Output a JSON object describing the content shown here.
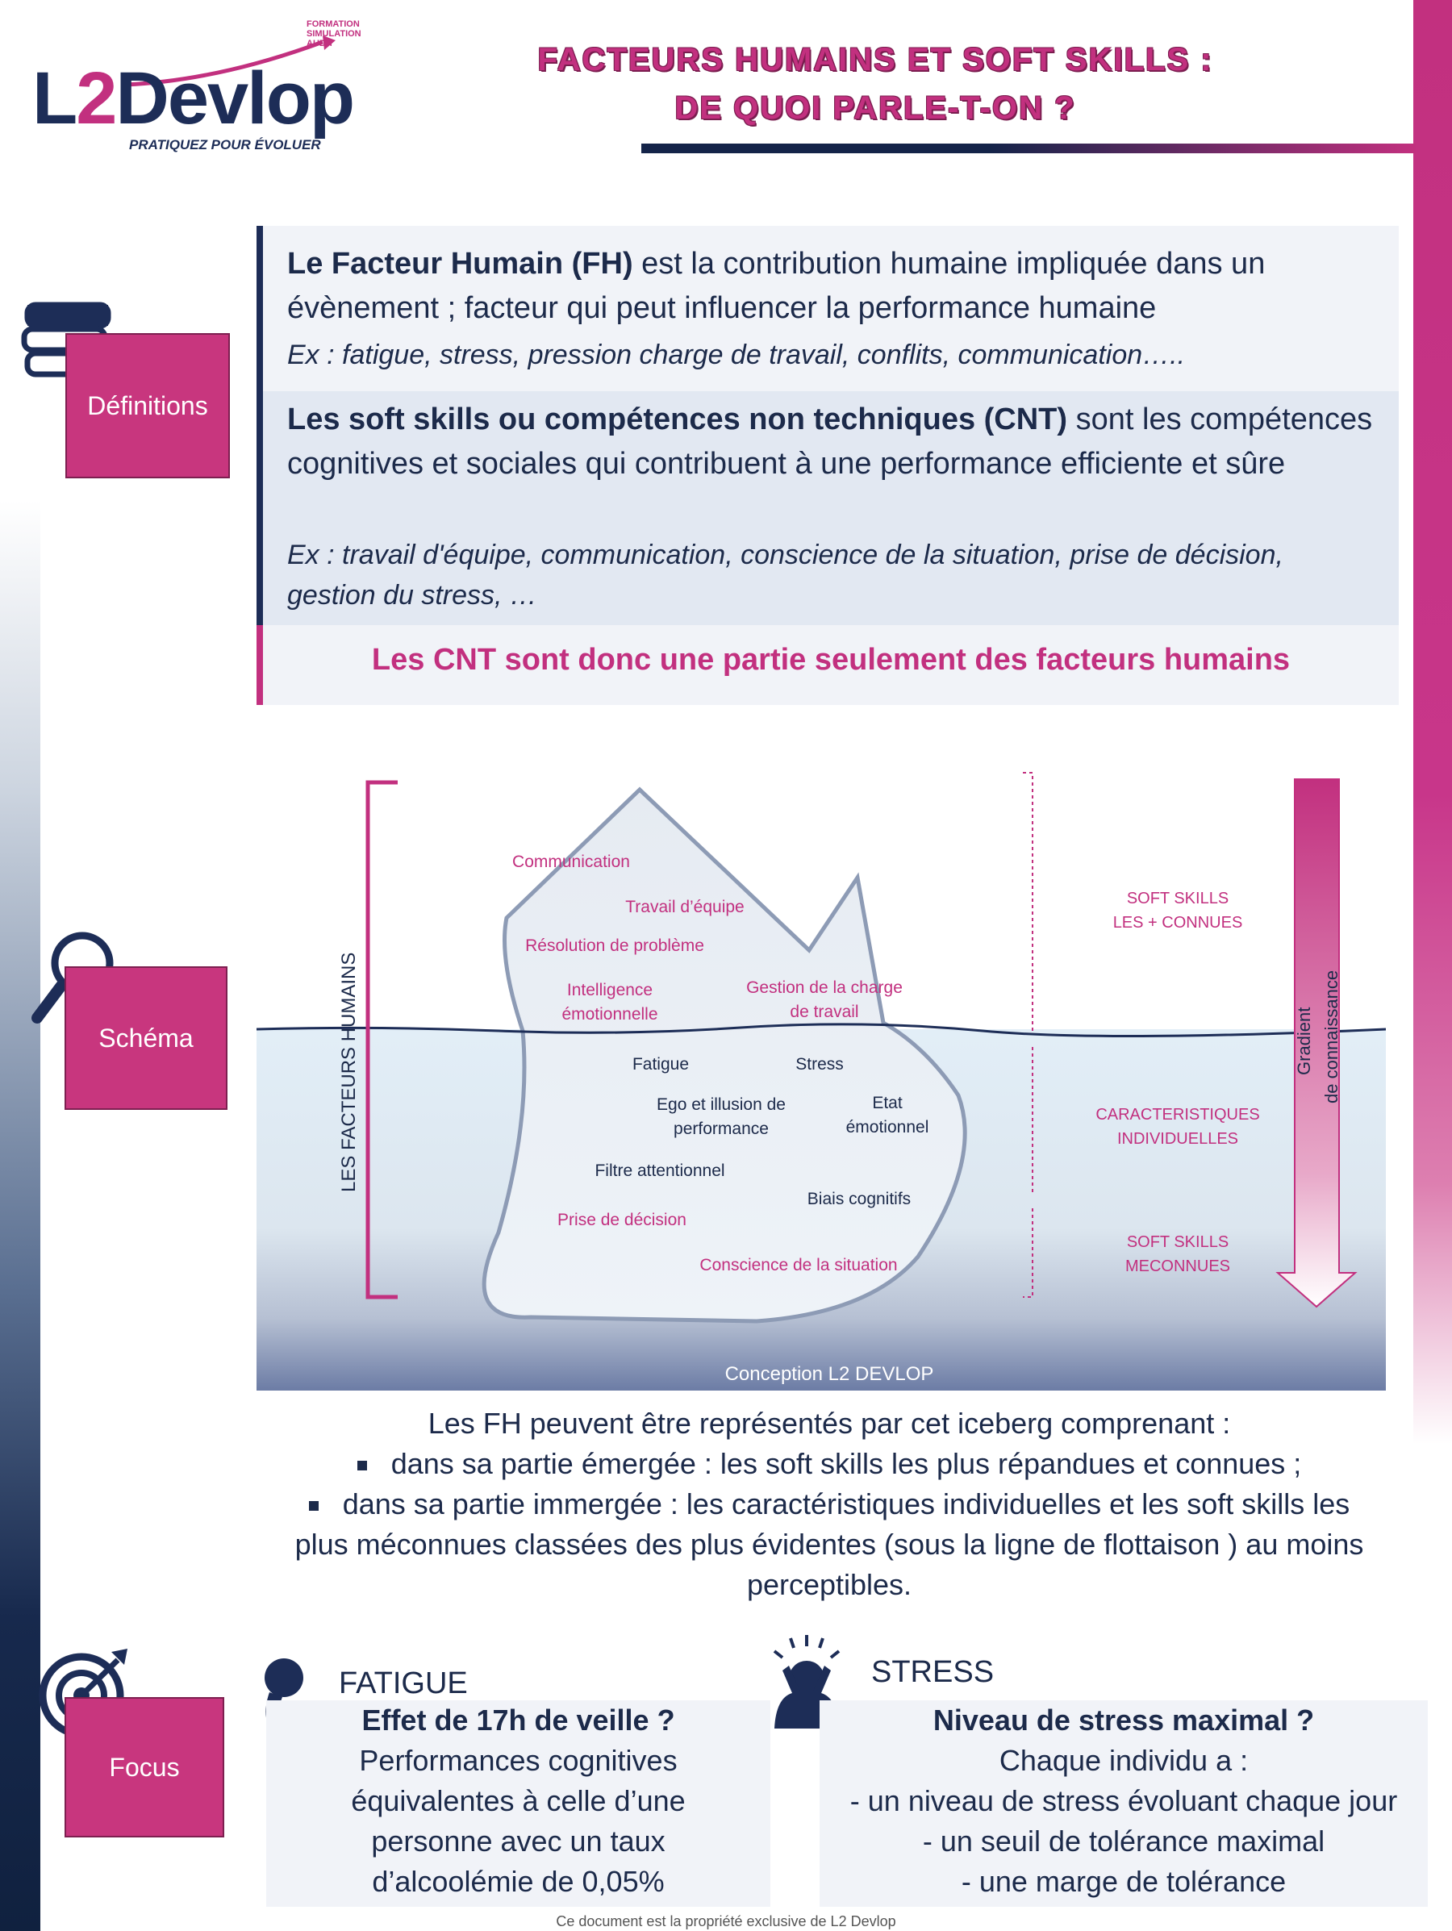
{
  "logo": {
    "main": "L2Devlop",
    "main_l": "L",
    "main_2": "2",
    "main_rest": "Devlop",
    "tagline": "PRATIQUEZ POUR ÉVOLUER",
    "services": [
      "FORMATION",
      "SIMULATION",
      "AUDIT"
    ]
  },
  "title": {
    "line1": "FACTEURS HUMAINS ET SOFT SKILLS :",
    "line2": "DE QUOI PARLE-T-ON ?"
  },
  "sections": {
    "definitions": "Définitions",
    "schema": "Schéma",
    "focus": "Focus"
  },
  "definitions": {
    "fh_bold": "Le Facteur Humain (FH)",
    "fh_text": " est la contribution humaine impliquée dans un évènement ; facteur qui peut influencer la performance humaine",
    "fh_example": "Ex :  fatigue, stress, pression charge  de travail, conflits, communication…..",
    "cnt_bold": "Les soft skills ou compétences non techniques (CNT)",
    "cnt_text": " sont les compétences cognitives et sociales qui contribuent à une performance efficiente et sûre",
    "cnt_example": "Ex : travail d'équipe, communication, conscience de la situation, prise de décision, gestion du stress, …",
    "conclusion": "Les CNT sont donc une partie seulement des facteurs humains"
  },
  "schema": {
    "vertical_label": "LES   FACTEURS   HUMAINS",
    "above": [
      "Communication",
      "Travail d’équipe",
      "Résolution de problème"
    ],
    "intelligence": [
      "Intelligence",
      "émotionnelle"
    ],
    "gestion": [
      "Gestion de la charge",
      "de travail"
    ],
    "below_blue": [
      "Fatigue",
      "Stress"
    ],
    "ego": [
      "Ego et illusion de",
      "performance"
    ],
    "etat": [
      "Etat",
      "émotionnel"
    ],
    "filtre": "Filtre attentionnel",
    "biais": "Biais cognitifs",
    "decision": "Prise de décision",
    "conscience": "Conscience de la situation",
    "right_top": [
      "SOFT SKILLS",
      "LES + CONNUES"
    ],
    "right_mid": [
      "CARACTERISTIQUES",
      "INDIVIDUELLES"
    ],
    "right_bot": [
      "SOFT SKILLS",
      "MECONNUES"
    ],
    "gradient": [
      "Gradient",
      "de  connaissance"
    ],
    "credit": "Conception L2 DEVLOP"
  },
  "explain": {
    "intro": "Les FH peuvent être représentés par cet iceberg comprenant :",
    "b1": "dans sa partie émergée : les soft skills les plus répandues et connues ;",
    "b2": "dans sa partie immergée : les caractéristiques individuelles  et les soft skills les plus méconnues classées des plus évidentes (sous la ligne de flottaison ) au moins perceptibles."
  },
  "focus": {
    "fatigue": {
      "head": "FATIGUE",
      "q": "Effet de 17h de veille ?",
      "lines": [
        "Performances cognitives",
        "équivalentes à celle d’une",
        "personne avec un taux",
        "d’alcoolémie de 0,05%"
      ]
    },
    "stress": {
      "head": "STRESS",
      "q": "Niveau de stress maximal ?",
      "lines": [
        "Chaque individu a :",
        "- un niveau de stress évoluant chaque jour",
        "- un seuil de tolérance maximal",
        "- une marge de tolérance"
      ]
    }
  },
  "footer": "Ce document est la propriété exclusive de L2 Devlop"
}
